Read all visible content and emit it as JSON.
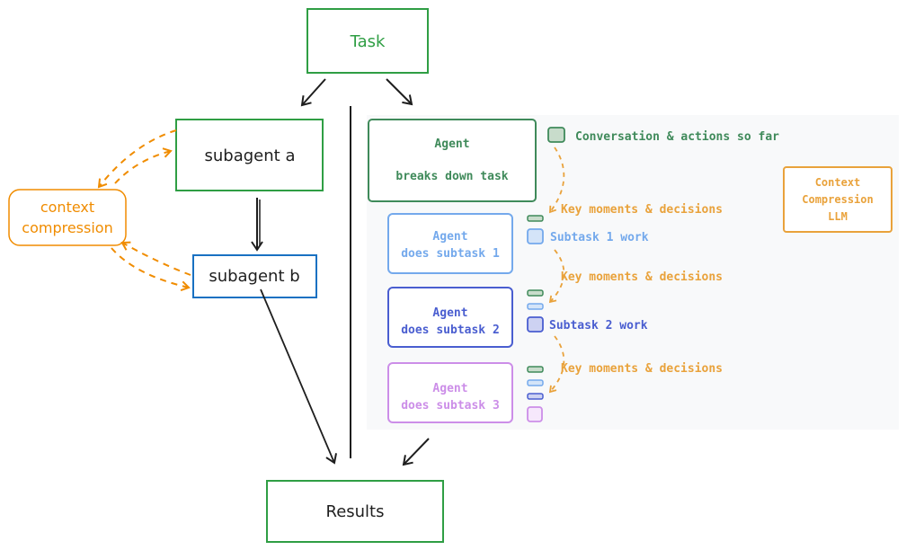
{
  "task": {
    "label": "Task"
  },
  "results": {
    "label": "Results"
  },
  "left": {
    "subagent_a": "subagent a",
    "subagent_b": "subagent b",
    "compression_line1": "context",
    "compression_line2": "compression"
  },
  "right": {
    "main_agent": {
      "line1": "Agent",
      "line2": "breaks down task"
    },
    "legend_conversation": "Conversation & actions so far",
    "compression_llm": {
      "line1": "Context",
      "line2": "Compression",
      "line3": "LLM"
    },
    "key_moments_1": "Key moments & decisions",
    "key_moments_2": "Key moments & decisions",
    "key_moments_3": "Key moments & decisions",
    "subagent_1": {
      "line1": "Agent",
      "line2": "does subtask 1"
    },
    "subagent_2": {
      "line1": "Agent",
      "line2": "does subtask 2"
    },
    "subagent_3": {
      "line1": "Agent",
      "line2": "does subtask 3"
    },
    "subtask1_work": "Subtask 1 work",
    "subtask2_work": "Subtask 2 work"
  },
  "colors": {
    "green": "#2f9e44",
    "dark_green": "#3f8a5a",
    "orange": "#f08c00",
    "blue_light": "#74a9ec",
    "blue_dark": "#4a5ed0",
    "purple": "#cc8ee8",
    "panel_bg": "#f8f9fa"
  }
}
